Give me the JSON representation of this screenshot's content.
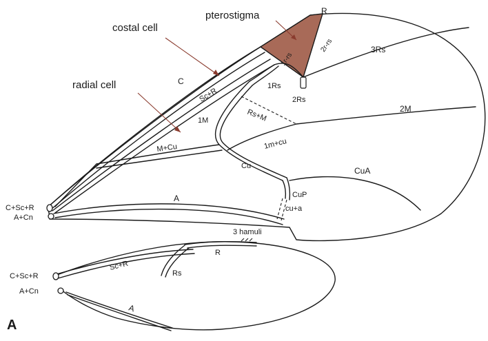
{
  "panel_label": "A",
  "callouts": {
    "pterostigma": "pterostigma",
    "costal_cell": "costal cell",
    "radial_cell": "radial cell"
  },
  "forewing_labels": {
    "R": "R",
    "1r_rs": "1r-rs",
    "2r_rs": "2r-rs",
    "3Rs": "3Rs",
    "C": "C",
    "Sc_R": "Sc+R",
    "1Rs": "1Rs",
    "2Rs": "2Rs",
    "Rs_M": "Rs+M",
    "2M": "2M",
    "1M": "1M",
    "1m_cu": "1m+cu",
    "M_Cu": "M+Cu",
    "Cu": "Cu",
    "CuA": "CuA",
    "CuP": "CuP",
    "cu_a": "cu+a",
    "A": "A",
    "base_C_Sc_R": "C+Sc+R",
    "base_A_Cn": "A+Cn"
  },
  "hindwing_labels": {
    "hamuli": "3 hamuli",
    "R": "R",
    "Sc_R": "Sc+R",
    "Rs": "Rs",
    "base_C_Sc_R": "C+Sc+R",
    "base_A_Cn": "A+Cn",
    "A": "A"
  },
  "colors": {
    "pterostigma_fill": "#a86a58",
    "arrow": "#8a3b2e",
    "ink": "#1a1a1a"
  }
}
